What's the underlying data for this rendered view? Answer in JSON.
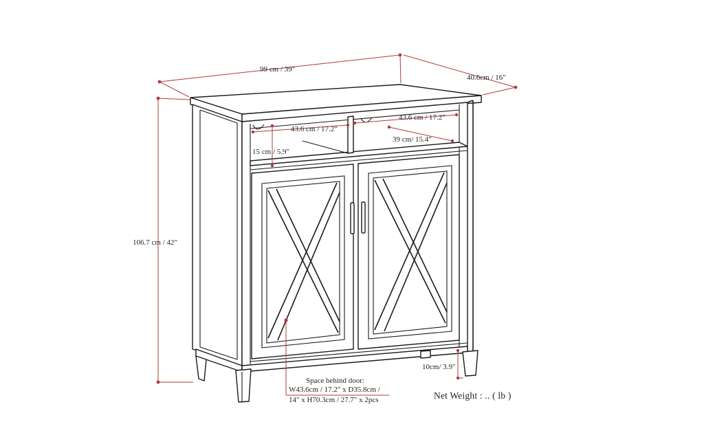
{
  "labels": {
    "width_overall": "99 cm / 39\"",
    "depth_overall": "40.6cm / 16\"",
    "height_overall": "106.7 cm / 42\"",
    "shelf_width_left": "43.6 cm / 17.2\"",
    "shelf_width_right": "43.6 cm / 17.2\"",
    "shelf_depth": "39 cm/ 15.4\"",
    "shelf_height": "15 cm / 5.9\"",
    "leg_height": "10cm/ 3.9\""
  },
  "space_note": {
    "title": "Space behind door:",
    "line1": "W43.6cm / 17.2\" x D35.8cm /",
    "line2": "14\" x H70.3cm / 27.7\" x 2pcs"
  },
  "net_weight": "Net Weight : .. ( lb )",
  "colors": {
    "dimension": "#b03a3a",
    "ink": "#1a1a1a",
    "background": "#ffffff"
  }
}
